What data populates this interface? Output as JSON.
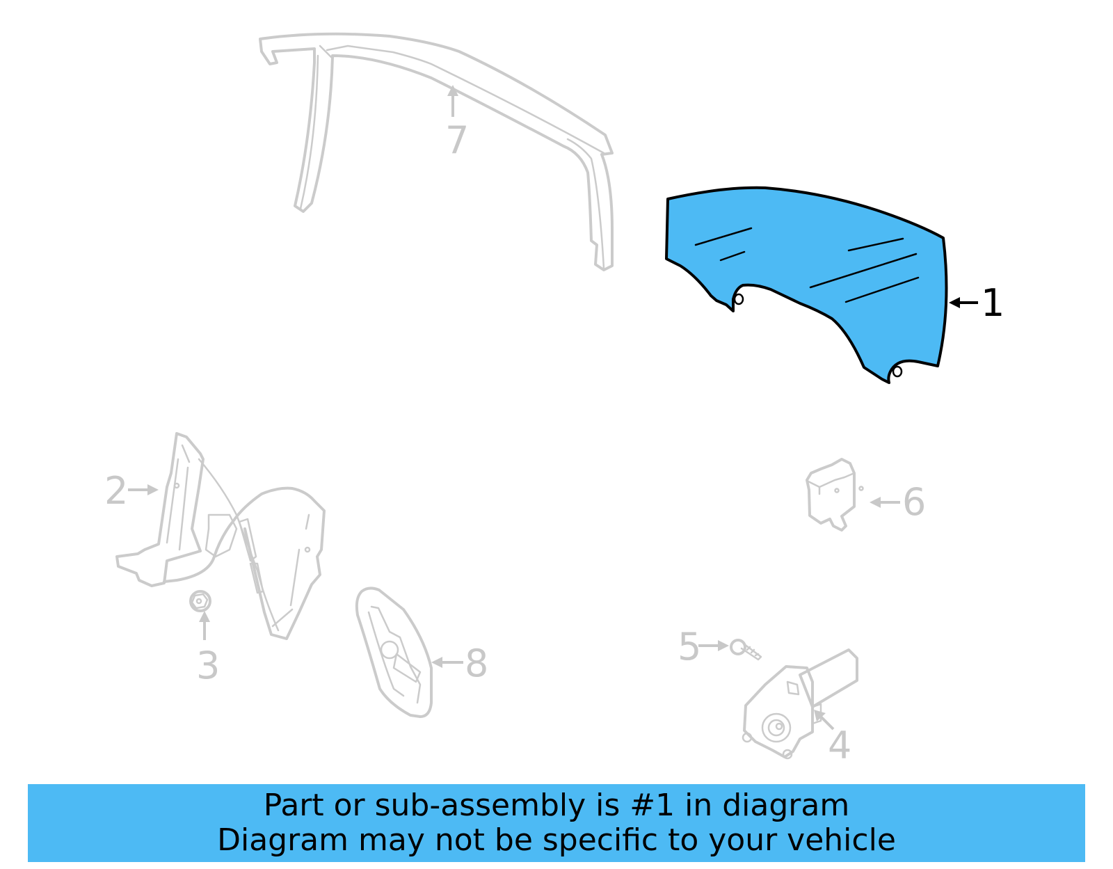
{
  "diagram": {
    "highlighted_part": "1",
    "colors": {
      "highlight_fill": "#4dbaf4",
      "highlight_outline": "#000000",
      "ghost_parts": "#cbcbcb",
      "banner_background": "#4dbaf4"
    },
    "callouts": [
      {
        "number": "1",
        "part": "door-glass",
        "highlighted": true
      },
      {
        "number": "2",
        "part": "window-regulator",
        "highlighted": false
      },
      {
        "number": "3",
        "part": "nut",
        "highlighted": false
      },
      {
        "number": "4",
        "part": "regulator-motor",
        "highlighted": false
      },
      {
        "number": "5",
        "part": "screw",
        "highlighted": false
      },
      {
        "number": "6",
        "part": "bracket-module",
        "highlighted": false
      },
      {
        "number": "7",
        "part": "window-channel-frame",
        "highlighted": false
      },
      {
        "number": "8",
        "part": "regulator-plate",
        "highlighted": false
      }
    ]
  },
  "banner": {
    "line1": "Part or sub-assembly is #1 in diagram",
    "line2": "Diagram may not be specific to your vehicle"
  }
}
